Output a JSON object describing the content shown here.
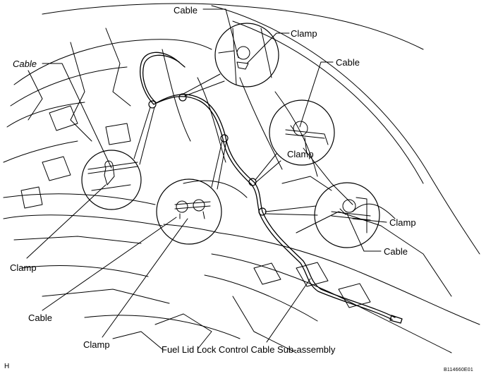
{
  "labels": {
    "cable_top": "Cable",
    "clamp_top": "Clamp",
    "cable_upper_right": "Cable",
    "clamp_right_mid": "Clamp",
    "cable_left": "Cable",
    "clamp_right_low": "Clamp",
    "cable_right_low": "Cable",
    "clamp_left_low": "Clamp",
    "cable_bottom_left": "Cable",
    "clamp_bottom": "Clamp",
    "assembly": "Fuel Lid Lock Control Cable Sub-assembly",
    "corner_h": "H",
    "figure_code": "B114660E01"
  }
}
